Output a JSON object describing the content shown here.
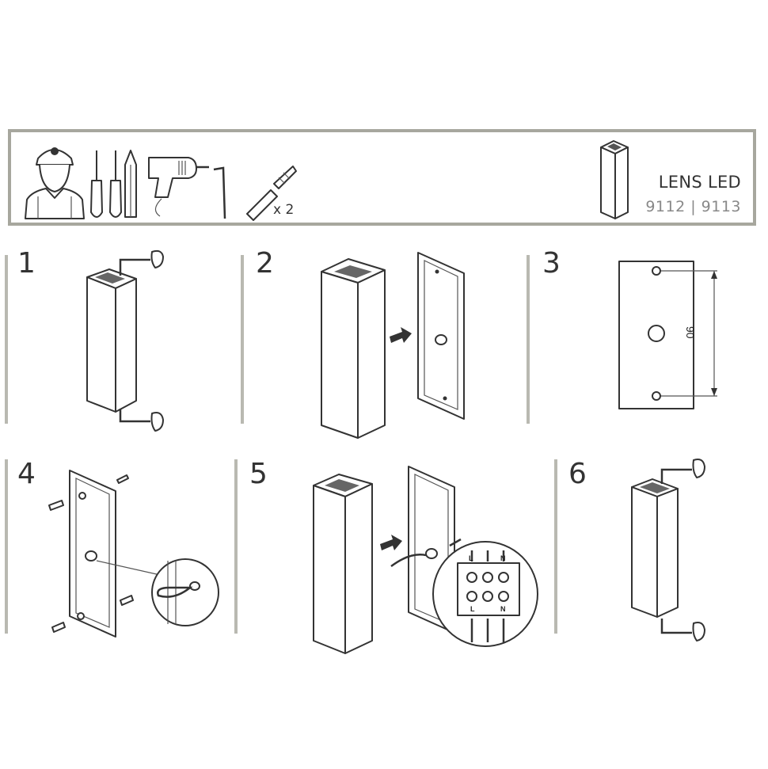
{
  "header": {
    "product_name": "LENS LED",
    "product_codes": "9112 | 9113",
    "anchor_quantity": "x 2"
  },
  "steps": [
    {
      "number": "1"
    },
    {
      "number": "2"
    },
    {
      "number": "3",
      "dimension_label": "90"
    },
    {
      "number": "4"
    },
    {
      "number": "5",
      "terminal_top_labels": [
        "L",
        "N"
      ],
      "terminal_bottom_labels": [
        "L",
        "N"
      ]
    },
    {
      "number": "6"
    }
  ],
  "icons": [
    "installer-icon",
    "screwdriver-icon",
    "pencil-icon",
    "drill-icon",
    "hex-key-icon",
    "wall-anchor-icon",
    "lamp-product-icon"
  ],
  "colors": {
    "frame": "#a7a79e",
    "line": "#333333"
  }
}
